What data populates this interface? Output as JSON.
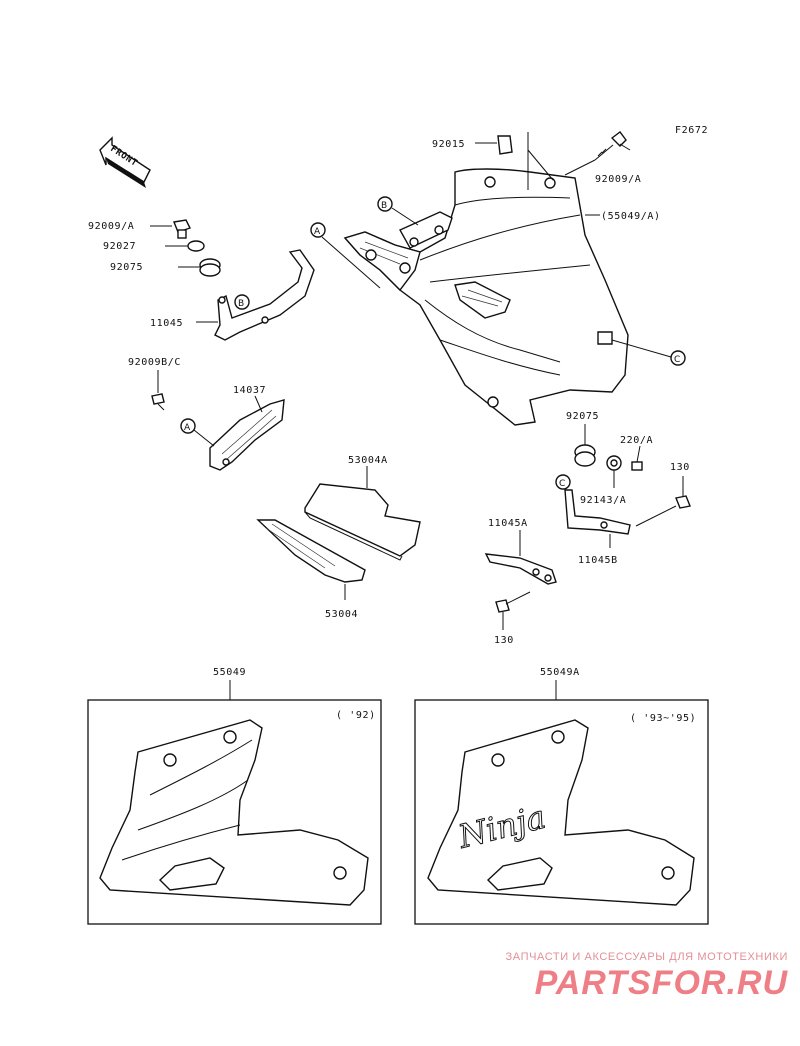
{
  "diagram": {
    "fig_code": "F2672",
    "front_label": "FRONT",
    "parts": {
      "p92015": "92015",
      "p92009A_top": "92009/A",
      "p55049A_ref": "(55049/A)",
      "p92009A_left": "92009/A",
      "p92027": "92027",
      "p92075_left": "92075",
      "p11045": "11045",
      "p92009BC": "92009B/C",
      "p14037": "14037",
      "p53004A": "53004A",
      "p53004": "53004",
      "p92075_right": "92075",
      "p220A": "220/A",
      "p92143A": "92143/A",
      "p130_right": "130",
      "p11045A": "11045A",
      "p11045B": "11045B",
      "p130_bottom": "130",
      "p55049": "55049",
      "p55049A": "55049A"
    },
    "callouts": {
      "A": "A",
      "B": "B",
      "C": "C"
    },
    "variants": {
      "left_year": "( '92)",
      "right_year": "( '93~'95)",
      "logo_text": "Ninja"
    }
  },
  "watermark": {
    "subtitle": "ЗАПЧАСТИ И АКСЕССУАРЫ ДЛЯ МОТОТЕХНИКИ",
    "brand": "PARTSFOR.RU",
    "color": "#ef7f86"
  }
}
